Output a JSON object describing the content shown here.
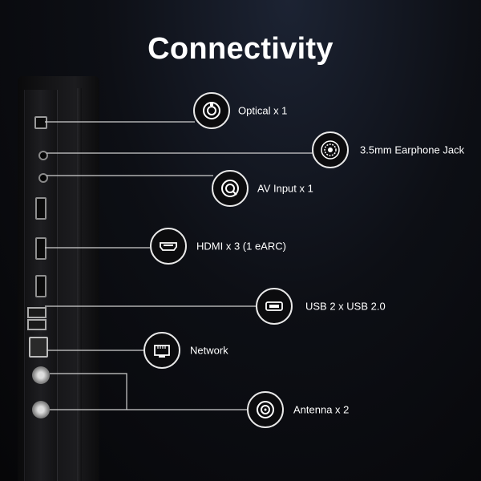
{
  "title": "Connectivity",
  "ports": [
    {
      "label": "Optical x 1",
      "icon": "optical-icon"
    },
    {
      "label": "3.5mm Earphone Jack",
      "icon": "earphone-jack-icon"
    },
    {
      "label": "AV Input x 1",
      "icon": "av-input-icon"
    },
    {
      "label": "HDMI x 3 (1 eARC)",
      "icon": "hdmi-icon"
    },
    {
      "label": "USB 2 x USB 2.0",
      "icon": "usb-icon"
    },
    {
      "label": "Network",
      "icon": "network-icon"
    },
    {
      "label": "Antenna x 2",
      "icon": "antenna-icon"
    }
  ],
  "colors": {
    "background": "#0d0f15",
    "line": "#cfcfcf",
    "badge_border": "#e8e8e8"
  }
}
